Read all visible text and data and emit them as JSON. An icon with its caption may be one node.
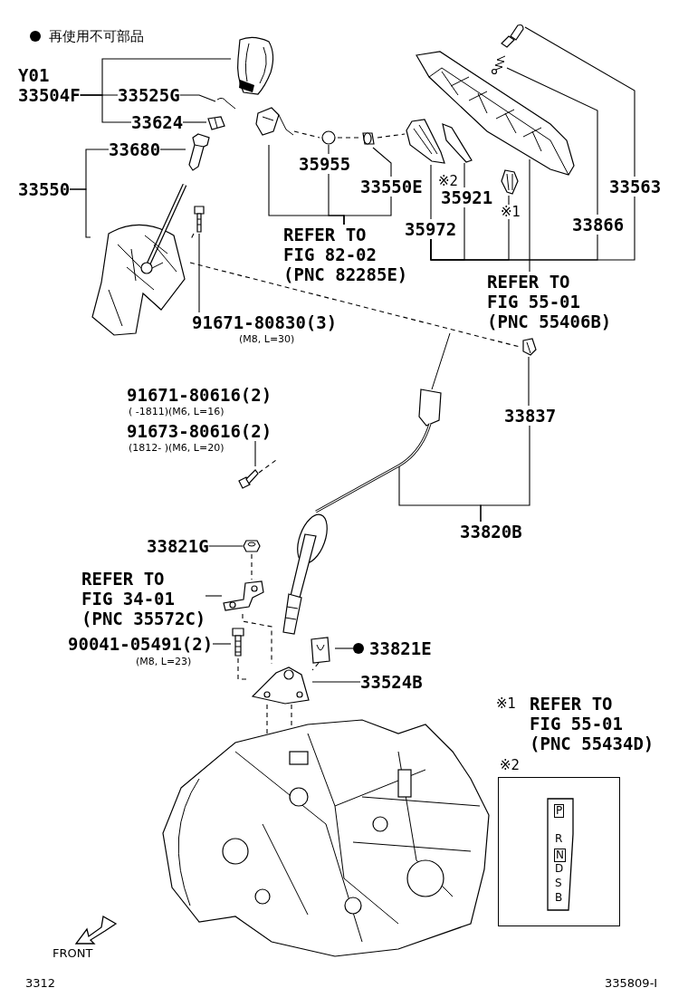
{
  "diagram": {
    "nodes": [
      {
        "text": [
          "Y01",
          "33504F"
        ]
      },
      {
        "text": [
          "33525G"
        ]
      },
      {
        "text": [
          "33624"
        ]
      },
      {
        "text": [
          "33680"
        ]
      },
      {
        "text": [
          "33550"
        ]
      },
      {
        "text": [
          "91671-80830(3)"
        ],
        "beside": [
          "(M8, L=30)"
        ]
      },
      {
        "text": [
          "35955"
        ]
      },
      {
        "text": [
          "33550E"
        ]
      },
      {
        "text": [
          "REFER TO FIG 82-02 (PNC 82285E)"
        ]
      },
      {
        "text": [
          "35972"
        ]
      },
      {
        "text": [
          "35921"
        ],
        "beside": [
          "※2"
        ]
      },
      {
        "text": [
          "※1"
        ]
      },
      {
        "text": [
          "33866"
        ]
      },
      {
        "text": [
          "33563"
        ]
      },
      {
        "text": [
          "REFER TO FIG 55-01 (PNC 55406B)"
        ]
      },
      {
        "text": [
          "33837"
        ]
      },
      {
        "text": [
          "33820B"
        ]
      },
      {
        "text": [
          "91671-80616(2)"
        ],
        "beside": [
          "( -1811)(M6, L=16)"
        ]
      },
      {
        "text": [
          "91673-80616(2)"
        ],
        "beside": [
          "(1812- )(M6, L=20)"
        ]
      },
      {
        "text": [
          "33821G"
        ]
      },
      {
        "text": [
          "REFER TO FIG 34-01 (PNC 35572C)"
        ]
      },
      {
        "text": [
          "90041-05491(2)"
        ],
        "beside": [
          "(M8, L=23)"
        ]
      },
      {
        "text": [
          "33821E"
        ]
      },
      {
        "text": [
          "33524B"
        ]
      },
      {
        "text": [
          "P",
          "R",
          "N",
          "D",
          "S",
          "B"
        ],
        "beside": [
          "※2"
        ]
      },
      {
        "text": [],
        "shape": "picture"
      },
      {
        "text": [],
        "shape": "picture"
      },
      {
        "text": [],
        "shape": "picture"
      },
      {
        "text": [],
        "shape": "picture"
      },
      {
        "text": [],
        "shape": "picture"
      },
      {
        "text": [],
        "shape": "picture"
      },
      {
        "text": [],
        "shape": "picture"
      },
      {
        "text": [],
        "shape": "circle"
      },
      {
        "text": [],
        "shape": "picture"
      },
      {
        "text": [],
        "shape": "picture"
      },
      {
        "text": [],
        "shape": "picture"
      },
      {
        "text": [],
        "shape": "picture"
      },
      {
        "text": [],
        "shape": "picture"
      },
      {
        "text": [],
        "shape": "picture"
      },
      {
        "text": [],
        "shape": "picture"
      },
      {
        "text": [],
        "shape": "picture"
      },
      {
        "text": [],
        "shape": "picture"
      },
      {
        "text": [],
        "shape": "picture"
      },
      {
        "text": [],
        "shape": "picture"
      },
      {
        "text": [],
        "shape": "picture"
      },
      {
        "text": [],
        "shape": "picture"
      },
      {
        "text": [],
        "shape": "picture"
      },
      {
        "text": [],
        "shape": "picture"
      },
      {
        "text": [],
        "shape": "picture"
      },
      {
        "text": [],
        "shape": "arrow",
        "beside": [
          "FRONT"
        ]
      }
    ],
    "edges": [
      {
        "from": 0,
        "to": 25,
        "arrow": "none"
      },
      {
        "from": 0,
        "to": 1,
        "arrow": "none"
      },
      {
        "from": 0,
        "to": 2,
        "arrow": "none"
      },
      {
        "from": 1,
        "to": 26,
        "arrow": "none"
      },
      {
        "from": 2,
        "to": 27,
        "arrow": "none"
      },
      {
        "from": 4,
        "to": 3,
        "arrow": "none"
      },
      {
        "from": 4,
        "to": 29,
        "arrow": "none"
      },
      {
        "from": 3,
        "to": 28,
        "arrow": "none"
      },
      {
        "from": 5,
        "to": 30,
        "arrow": "none"
      },
      {
        "from": 30,
        "to": 29,
        "arrow": "none",
        "style": "dashed"
      },
      {
        "from": 31,
        "to": 8,
        "arrow": "none"
      },
      {
        "from": 6,
        "to": 8,
        "arrow": "none"
      },
      {
        "from": 7,
        "to": 8,
        "arrow": "none"
      },
      {
        "from": 32,
        "to": 6,
        "arrow": "none"
      },
      {
        "from": 33,
        "to": 7,
        "arrow": "none"
      },
      {
        "from": 31,
        "to": 32,
        "arrow": "none",
        "style": "dashed"
      },
      {
        "from": 32,
        "to": 33,
        "arrow": "none",
        "style": "dashed"
      },
      {
        "from": 33,
        "to": 34,
        "arrow": "none",
        "style": "dashed"
      },
      {
        "from": 34,
        "to": 9,
        "arrow": "none"
      },
      {
        "from": 35,
        "to": 10,
        "arrow": "none"
      },
      {
        "from": 36,
        "to": 11,
        "arrow": "none"
      },
      {
        "from": 37,
        "to": 14,
        "arrow": "none"
      },
      {
        "from": 38,
        "to": 12,
        "arrow": "none"
      },
      {
        "from": 39,
        "to": 13,
        "arrow": "none"
      },
      {
        "from": 29,
        "to": 40,
        "arrow": "none",
        "style": "dashed"
      },
      {
        "from": 40,
        "to": 15,
        "arrow": "none"
      },
      {
        "from": 16,
        "to": 15,
        "arrow": "none"
      },
      {
        "from": 16,
        "to": 41,
        "arrow": "none"
      },
      {
        "from": 18,
        "to": 42,
        "arrow": "none"
      },
      {
        "from": 42,
        "to": 41,
        "arrow": "none",
        "style": "dashed"
      },
      {
        "from": 19,
        "to": 43,
        "arrow": "none"
      },
      {
        "from": 43,
        "to": 44,
        "arrow": "none",
        "style": "dashed"
      },
      {
        "from": 20,
        "to": 44,
        "arrow": "none"
      },
      {
        "from": 21,
        "to": 45,
        "arrow": "none"
      },
      {
        "from": 44,
        "to": 47,
        "arrow": "none",
        "style": "dashed"
      },
      {
        "from": 45,
        "to": 47,
        "arrow": "none",
        "style": "dashed"
      },
      {
        "from": 46,
        "to": 22,
        "arrow": "none"
      },
      {
        "from": 46,
        "to": 47,
        "arrow": "none",
        "style": "dashed"
      },
      {
        "from": 47,
        "to": 23,
        "arrow": "none"
      },
      {
        "from": 47,
        "to": 48,
        "arrow": "none",
        "style": "dashed"
      },
      {
        "from": 47,
        "to": 48,
        "arrow": "none",
        "style": "dashed"
      },
      {
        "from": 9,
        "to": 10,
        "arrow": "none"
      },
      {
        "from": 9,
        "to": 11,
        "arrow": "none"
      },
      {
        "from": 9,
        "to": 12,
        "arrow": "none"
      },
      {
        "from": 9,
        "to": 13,
        "arrow": "none"
      }
    ],
    "labels": [
      "※1",
      "REFER TO FIG 55-01 (PNC 55434D)",
      "3312",
      "335809-I"
    ],
    "legend": [
      {
        "text": "再使用不可部品",
        "color": "#000000"
      }
    ]
  }
}
